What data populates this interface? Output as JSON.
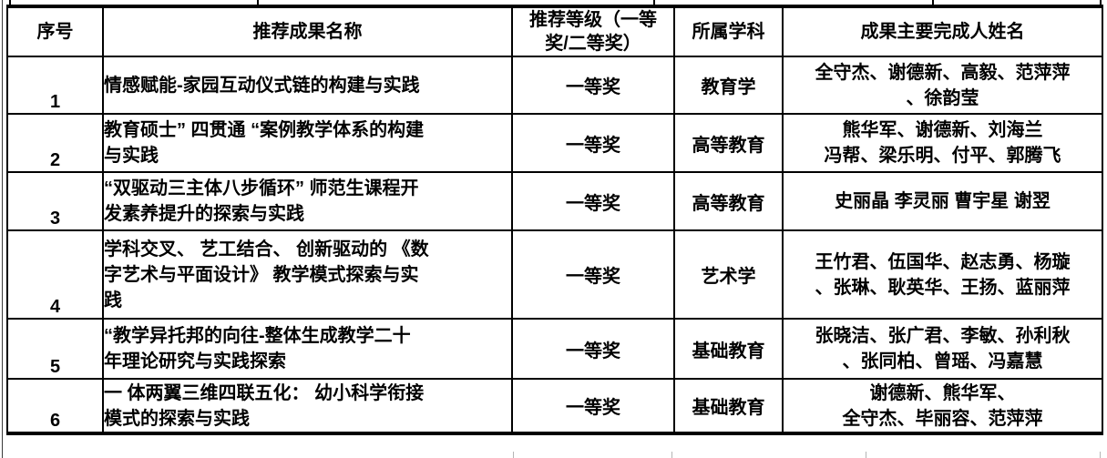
{
  "colors": {
    "background": "#ffffff",
    "text": "#000000",
    "table_border": "#000000",
    "partial_row_grid": "#b5b5b5"
  },
  "table": {
    "headers": [
      "序号",
      "推荐成果名称",
      "推荐等级（一等\n奖/二等奖）",
      "所属学科",
      "成果主要完成人姓名"
    ],
    "rows": [
      {
        "index": "1",
        "title": "情感赋能-家园互动仪式链的构建与实践",
        "grade": "一等奖",
        "discipline": "教育学",
        "authors": "全守杰、谢德新、高毅、范萍萍\n、徐韵莹"
      },
      {
        "index": "2",
        "title": "教育硕士” 四贯通 “案例教学体系的构建\n与实践",
        "grade": "一等奖",
        "discipline": "高等教育",
        "authors": "熊华军、谢德新、刘海兰\n冯帮、梁乐明、付平、郭腾飞"
      },
      {
        "index": "3",
        "title": "“双驱动三主体八步循环” 师范生课程开\n发素养提升的探索与实践",
        "grade": "一等奖",
        "discipline": "高等教育",
        "authors": "史丽晶 李灵丽 曹宇星 谢翌"
      },
      {
        "index": "4",
        "title": "学科交叉、 艺工结合、 创新驱动的 《数\n字艺术与平面设计》 教学模式探索与实\n践",
        "grade": "一等奖",
        "discipline": "艺术学",
        "authors": "王竹君、伍国华、赵志勇、杨璇\n、张琳、耿英华、王扬、蓝丽萍"
      },
      {
        "index": "5",
        "title": "“教学异托邦的向往-整体生成教学二十\n年理论研究与实践探索",
        "grade": "一等奖",
        "discipline": "基础教育",
        "authors": "张晓洁、张广君、李敏、孙利秋\n、张同柏、曾瑶、冯嘉慧"
      },
      {
        "index": "6",
        "title": "一 体两翼三维四联五化： 幼小科学衔接\n模式的探索与实践",
        "grade": "一等奖",
        "discipline": "基础教育",
        "authors": "谢德新、熊华军、\n全守杰、毕丽容、范萍萍"
      }
    ]
  }
}
